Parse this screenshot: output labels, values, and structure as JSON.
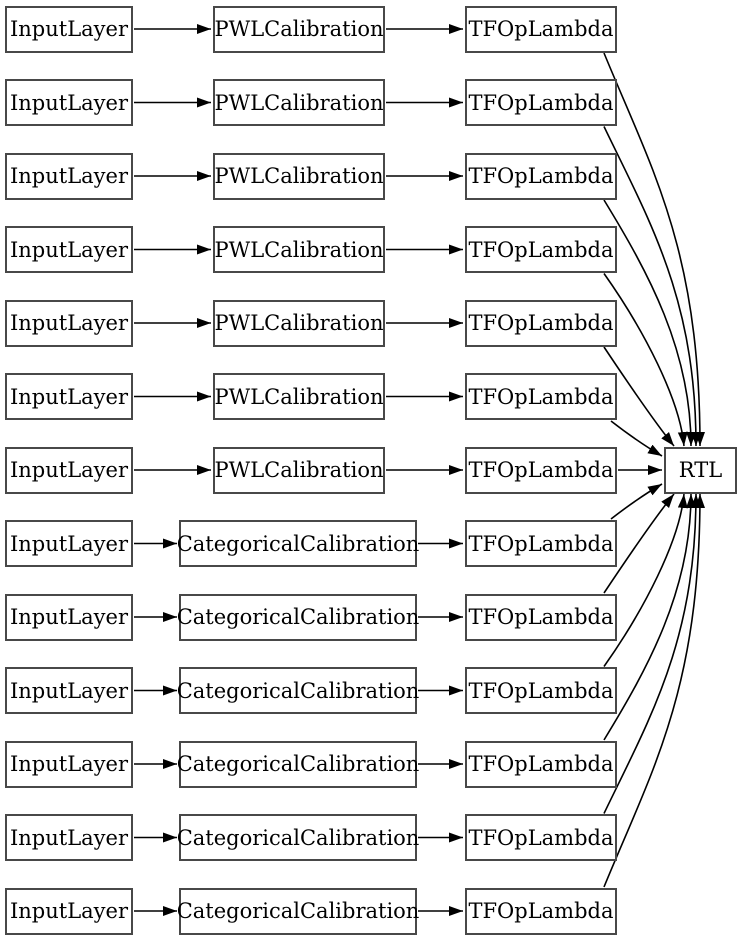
{
  "colors": {
    "background": "#ffffff",
    "node_border": "#484848",
    "edge": "#000000",
    "text": "#000000"
  },
  "output": {
    "label": "RTL"
  },
  "rows": [
    {
      "input": "InputLayer",
      "calibration": "PWLCalibration",
      "lambda": "TFOpLambda"
    },
    {
      "input": "InputLayer",
      "calibration": "PWLCalibration",
      "lambda": "TFOpLambda"
    },
    {
      "input": "InputLayer",
      "calibration": "PWLCalibration",
      "lambda": "TFOpLambda"
    },
    {
      "input": "InputLayer",
      "calibration": "PWLCalibration",
      "lambda": "TFOpLambda"
    },
    {
      "input": "InputLayer",
      "calibration": "PWLCalibration",
      "lambda": "TFOpLambda"
    },
    {
      "input": "InputLayer",
      "calibration": "PWLCalibration",
      "lambda": "TFOpLambda"
    },
    {
      "input": "InputLayer",
      "calibration": "PWLCalibration",
      "lambda": "TFOpLambda"
    },
    {
      "input": "InputLayer",
      "calibration": "CategoricalCalibration",
      "lambda": "TFOpLambda"
    },
    {
      "input": "InputLayer",
      "calibration": "CategoricalCalibration",
      "lambda": "TFOpLambda"
    },
    {
      "input": "InputLayer",
      "calibration": "CategoricalCalibration",
      "lambda": "TFOpLambda"
    },
    {
      "input": "InputLayer",
      "calibration": "CategoricalCalibration",
      "lambda": "TFOpLambda"
    },
    {
      "input": "InputLayer",
      "calibration": "CategoricalCalibration",
      "lambda": "TFOpLambda"
    },
    {
      "input": "InputLayer",
      "calibration": "CategoricalCalibration",
      "lambda": "TFOpLambda"
    }
  ]
}
